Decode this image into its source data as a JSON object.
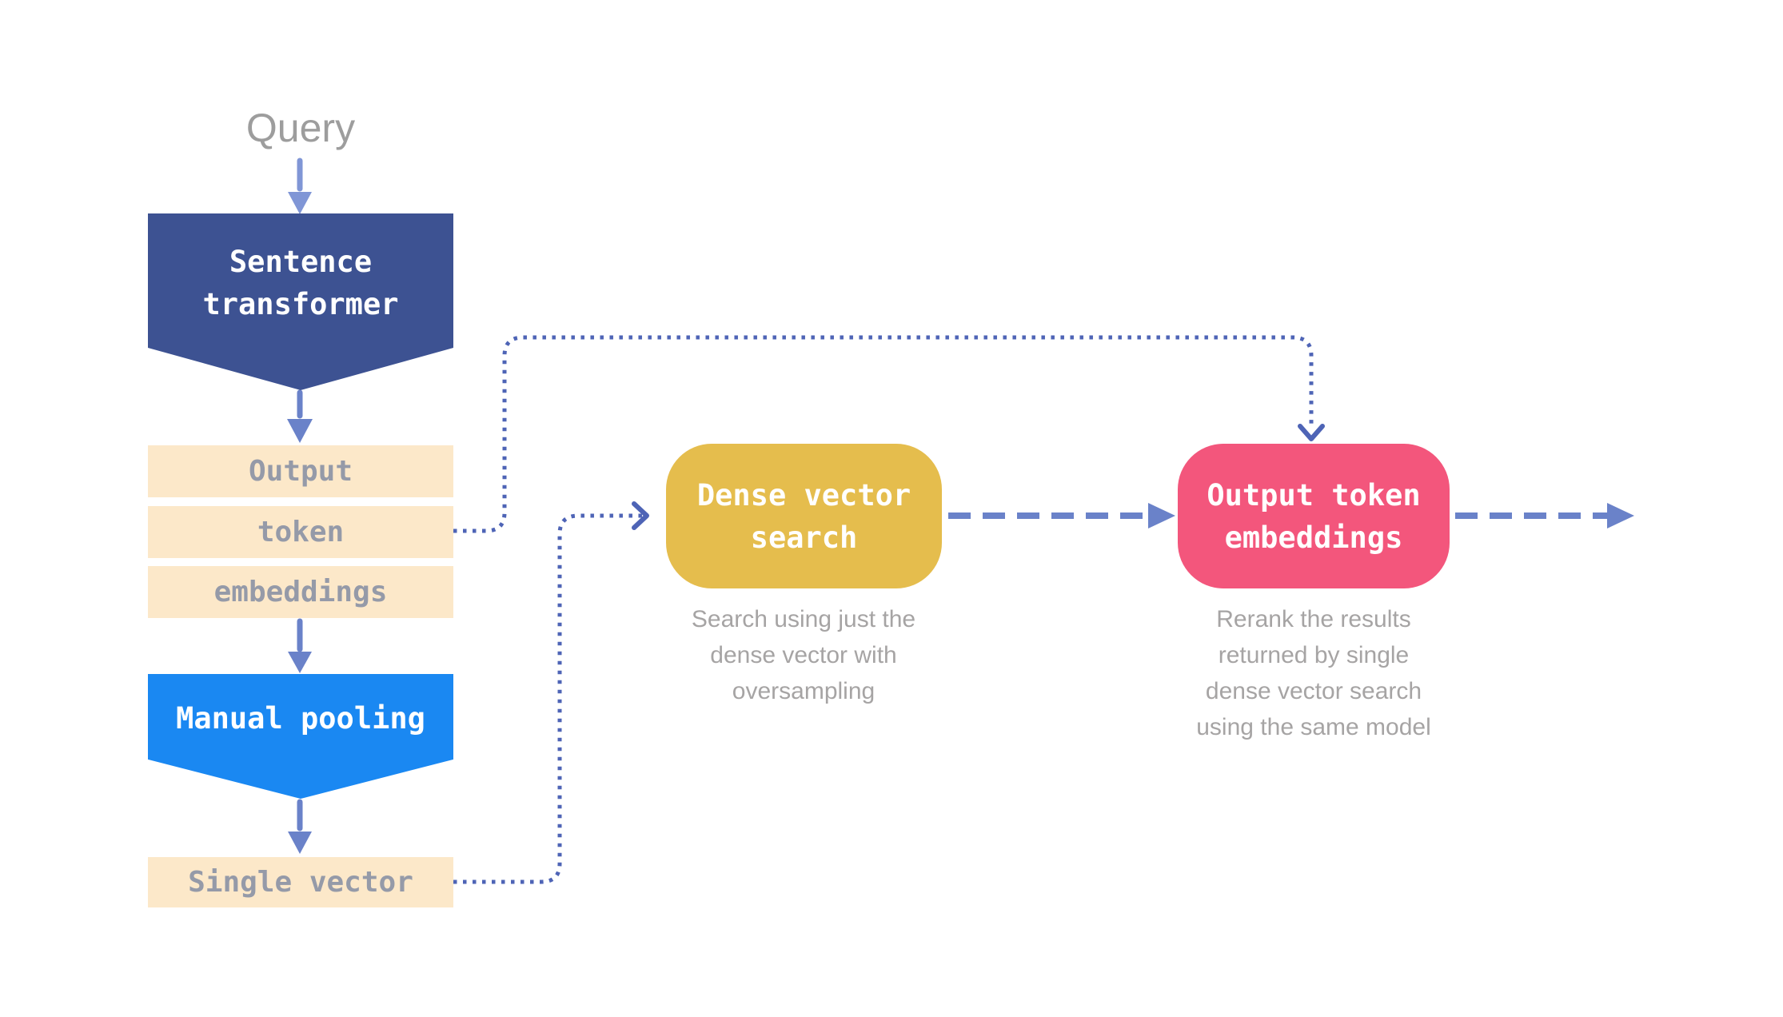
{
  "labels": {
    "query": "Query"
  },
  "nodes": {
    "sentence_transformer": {
      "lines": [
        "Sentence",
        "transformer"
      ]
    },
    "embedding_stack": {
      "items": [
        "Output",
        "token",
        "embeddings"
      ]
    },
    "manual_pooling": {
      "label": "Manual pooling"
    },
    "single_vector": {
      "label": "Single vector"
    },
    "dense_vector_search": {
      "lines": [
        "Dense vector",
        "search"
      ],
      "caption_lines": [
        "Search using just the",
        "dense vector with",
        "oversampling"
      ]
    },
    "output_token_embeddings": {
      "lines": [
        "Output token",
        "embeddings"
      ],
      "caption_lines": [
        "Rerank the results",
        "returned by single",
        "dense vector search",
        "using the same model"
      ]
    }
  },
  "colors": {
    "background": "#ffffff",
    "navy": "#3d5292",
    "bright-blue": "#1a88f2",
    "cream": "#fce8c9",
    "cream-text": "#959aa8",
    "yellow": "#e5bd4d",
    "pink": "#f3567c",
    "white-text": "#ffffff",
    "arrow": "#6a82c9",
    "arrow-light": "#8096d6",
    "dotted": "#4e64b6",
    "query-text": "#9d9d9d",
    "caption-text": "#a6a4a4"
  }
}
